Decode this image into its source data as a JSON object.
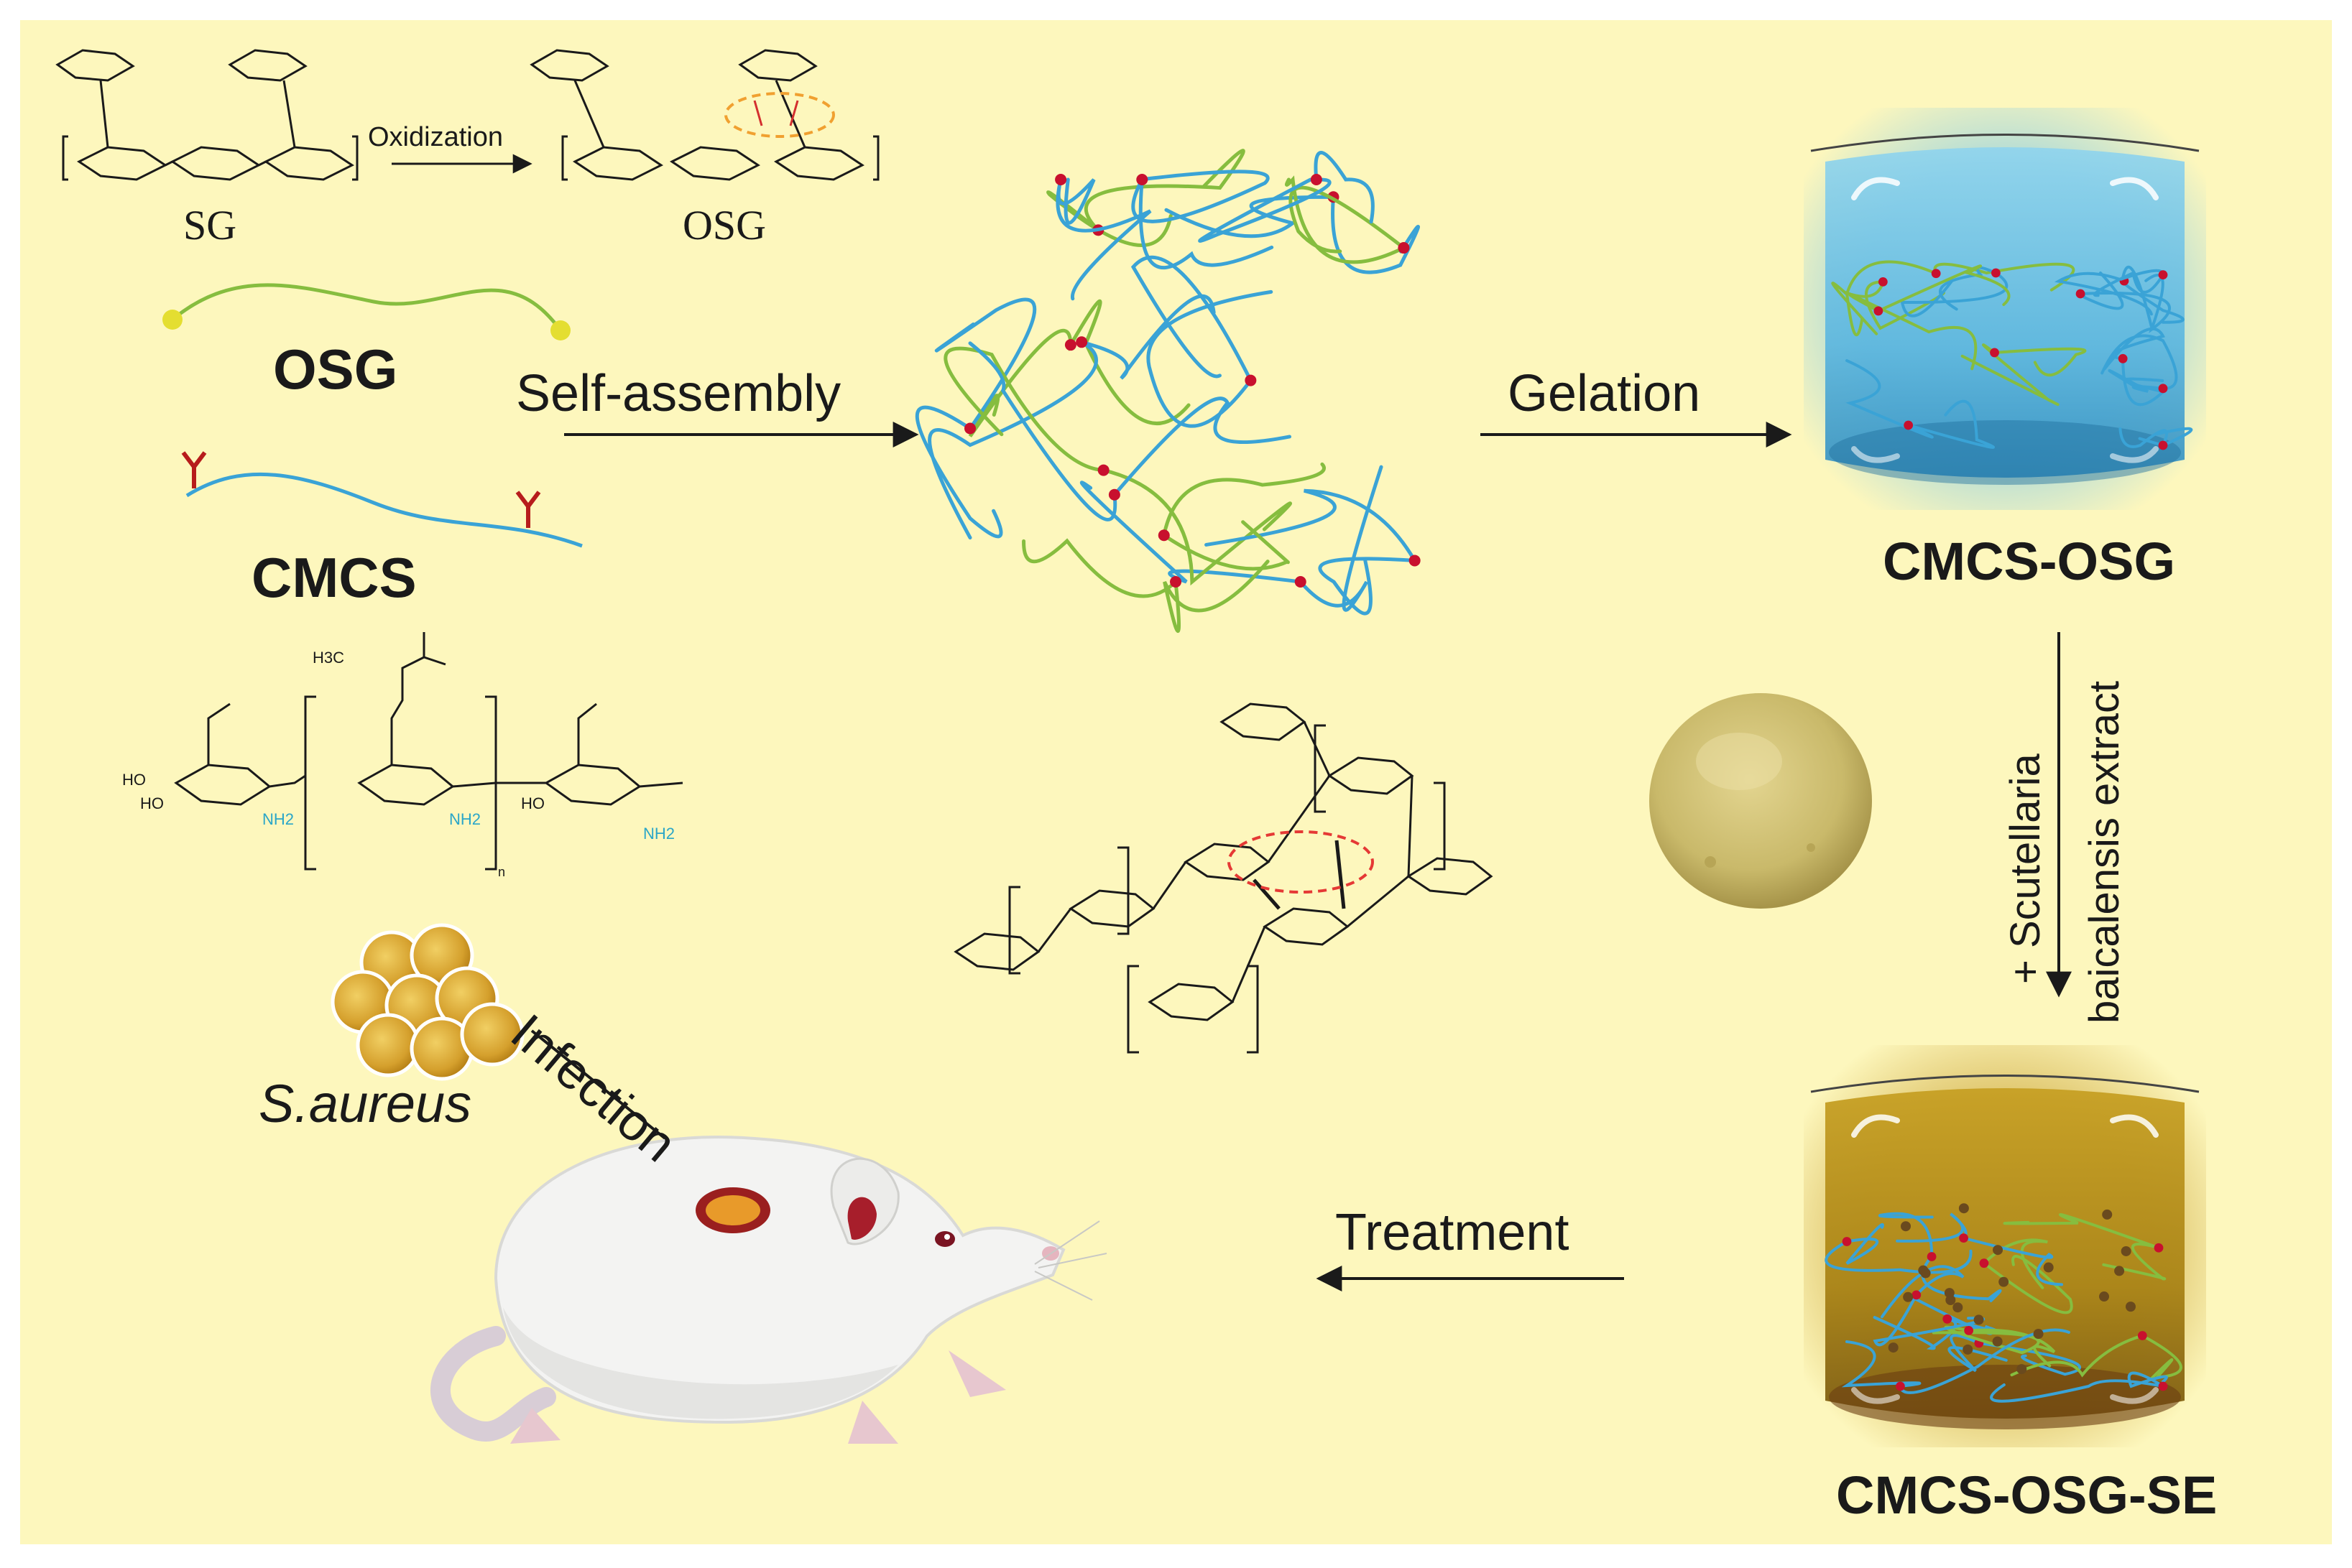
{
  "labels": {
    "sg": "SG",
    "oxidization": "Oxidization",
    "osg_small": "OSG",
    "osg": "OSG",
    "cmcs": "CMCS",
    "self_assembly": "Self-assembly",
    "gelation": "Gelation",
    "cmcs_osg": "CMCS-OSG",
    "scutellaria_line1": "+ Scutellaria",
    "scutellaria_line2": "baicalensis extract",
    "cmcs_osg_se": "CMCS-OSG-SE",
    "treatment": "Treatment",
    "infection": "Infection",
    "s_aureus": "S.aureus",
    "nh2": "NH2",
    "oh": "HO",
    "ch3": "H3C",
    "n_sub": "n"
  },
  "colors": {
    "background": "#fdf7bd",
    "cmcs_chain": "#3aa3d6",
    "osg_chain": "#86bd3f",
    "crosslink": "#c8102e",
    "gel_blue": "#6ec3e4",
    "gel_amber": "#a98316",
    "aldehyde_dashed": "#f0a030",
    "imine_dashed": "#e53935",
    "amine_text": "#2aa6c8",
    "endpoint_yellow": "#e4de31"
  },
  "icons": {
    "network": "hydrogel-network-icon",
    "powder": "herbal-powder-icon",
    "bacteria": "bacteria-cluster-icon",
    "rat": "rat-icon"
  }
}
